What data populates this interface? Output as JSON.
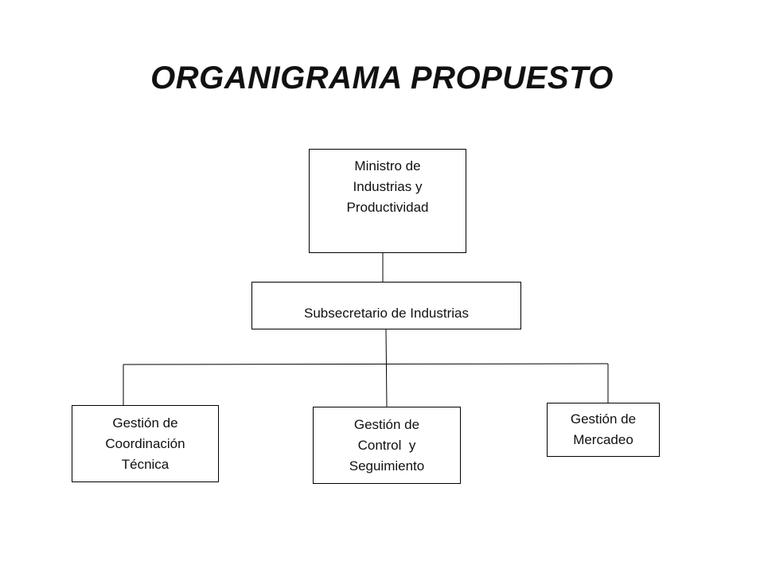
{
  "title": "ORGANIGRAMA PROPUESTO",
  "nodes": {
    "ministro": {
      "lines": [
        "Ministro de",
        "Industrias y",
        "Productividad"
      ]
    },
    "subsecretario": {
      "lines": [
        "Subsecretario de Industrias"
      ]
    },
    "coordinacion": {
      "lines": [
        "Gestión de",
        "Coordinación",
        "Técnica"
      ]
    },
    "control": {
      "lines": [
        "Gestión de",
        "Control  y",
        "Seguimiento"
      ]
    },
    "mercadeo": {
      "lines": [
        "Gestión de",
        "Mercadeo"
      ]
    }
  },
  "edges": [
    {
      "from": "ministro",
      "to": "subsecretario"
    },
    {
      "from": "subsecretario",
      "to": "coordinacion"
    },
    {
      "from": "subsecretario",
      "to": "control"
    },
    {
      "from": "subsecretario",
      "to": "mercadeo"
    }
  ]
}
